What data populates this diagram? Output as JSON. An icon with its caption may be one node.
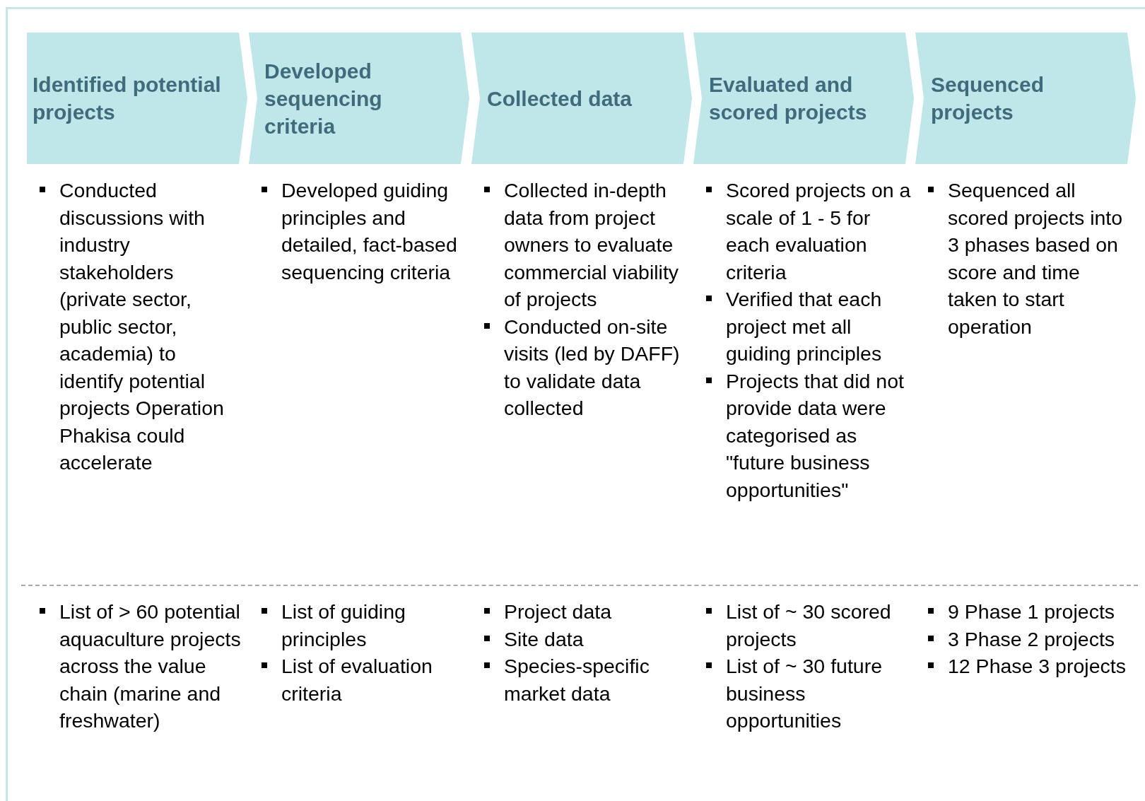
{
  "diagram": {
    "nodes": [
      {
        "text": [
          "Identified potential projects"
        ]
      },
      {
        "text": [
          "Developed sequencing criteria"
        ]
      },
      {
        "text": [
          "Collected data"
        ]
      },
      {
        "text": [
          "Evaluated and scored projects"
        ]
      },
      {
        "text": [
          "Sequenced projects"
        ]
      }
    ],
    "labels": [
      "Conducted discussions with industry stakeholders (private sector, public sector, academia) to identify potential projects Operation Phakisa could accelerate",
      "Developed guiding principles and detailed, fact-based sequencing criteria",
      "Collected in-depth data from project owners to evaluate commercial viability of projects",
      "Conducted on-site visits (led by DAFF) to validate data collected",
      "Scored projects on a scale of 1 - 5 for each evaluation criteria",
      "Verified that each project met all guiding principles",
      "Projects that did not provide data were categorised as \"future business opportunities\"",
      "Sequenced all scored projects into 3 phases based on score and time taken to start operation",
      "List of > 60 potential aquaculture projects across the value chain (marine and freshwater)",
      "List of guiding principles",
      "List of evaluation criteria",
      "Project data",
      "Site data",
      "Species-specific market data",
      "List of ~ 30 scored projects",
      "List of ~ 30 future business opportunities",
      "9 Phase 1 projects",
      "3 Phase 2 projects",
      "12 Phase 3 projects"
    ]
  }
}
